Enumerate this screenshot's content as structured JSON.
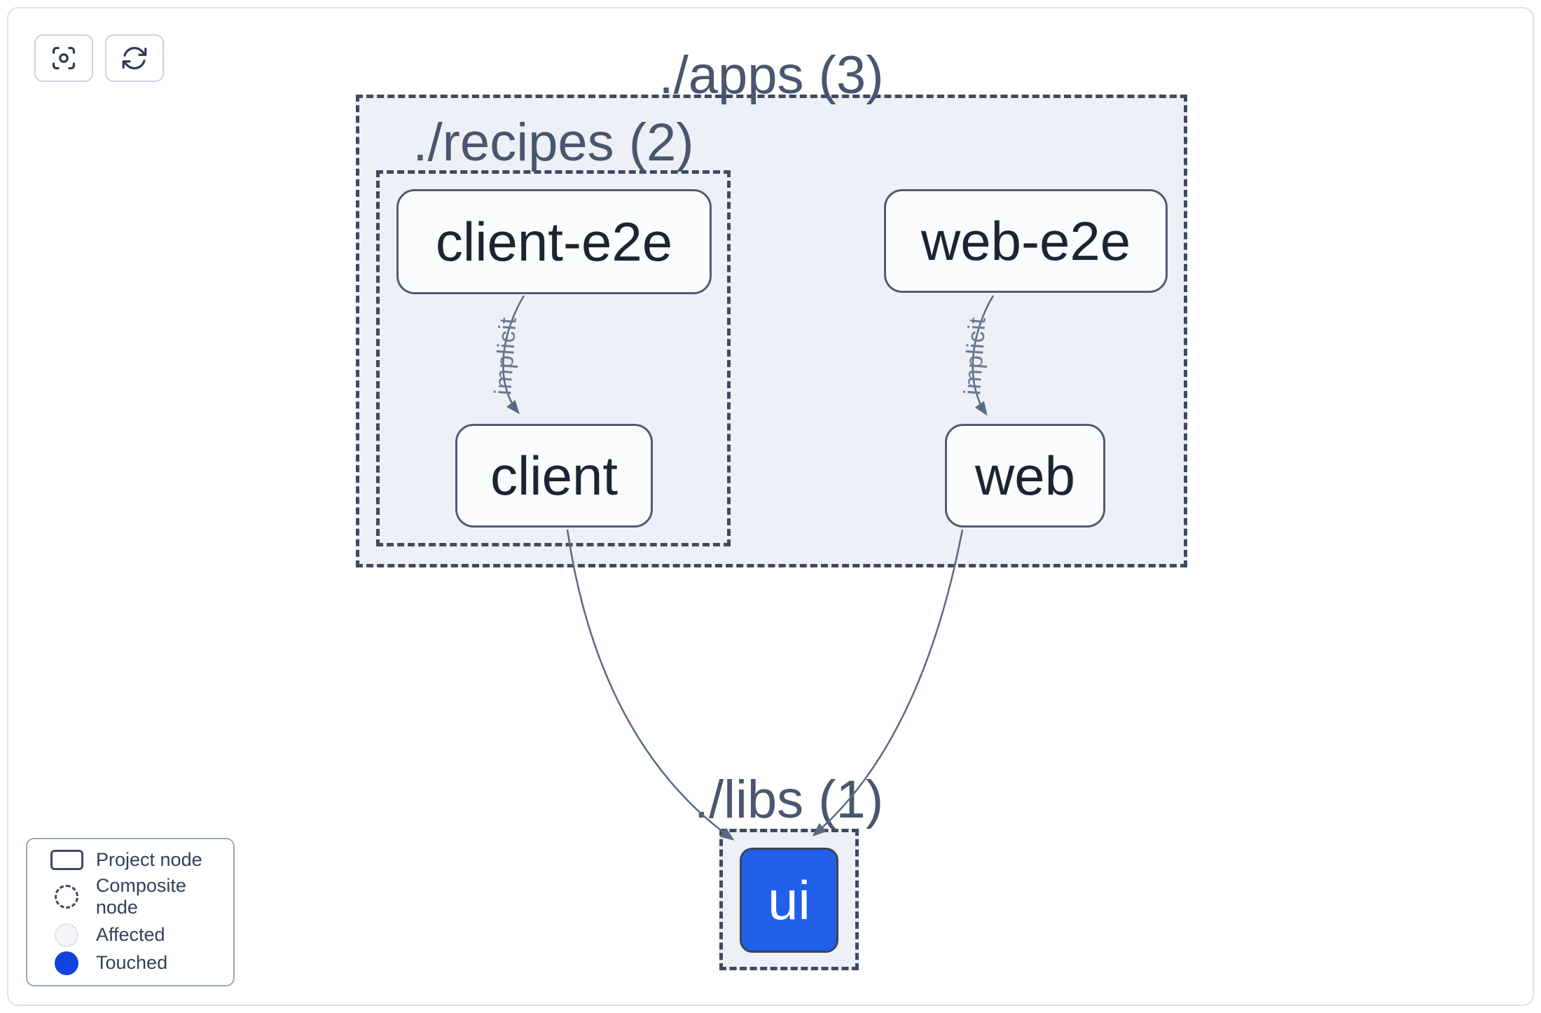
{
  "toolbar": {
    "buttons": [
      {
        "id": "focus",
        "icon": "viewfinder-circle-icon"
      },
      {
        "id": "refresh",
        "icon": "refresh-icon"
      }
    ]
  },
  "graph": {
    "groups": [
      {
        "id": "apps",
        "label": "./apps (3)"
      },
      {
        "id": "recipes",
        "label": "./recipes (2)"
      },
      {
        "id": "libs",
        "label": "./libs (1)"
      }
    ],
    "nodes": [
      {
        "id": "client-e2e",
        "label": "client-e2e",
        "type": "project"
      },
      {
        "id": "web-e2e",
        "label": "web-e2e",
        "type": "project"
      },
      {
        "id": "client",
        "label": "client",
        "type": "project"
      },
      {
        "id": "web",
        "label": "web",
        "type": "project"
      },
      {
        "id": "ui",
        "label": "ui",
        "type": "touched"
      }
    ],
    "edges": [
      {
        "from": "client-e2e",
        "to": "client",
        "label": "implicit"
      },
      {
        "from": "web-e2e",
        "to": "web",
        "label": "implicit"
      },
      {
        "from": "client",
        "to": "ui",
        "label": ""
      },
      {
        "from": "web",
        "to": "ui",
        "label": ""
      }
    ]
  },
  "legend": {
    "items": [
      {
        "label": "Project node",
        "swatch": "project"
      },
      {
        "label": "Composite node",
        "swatch": "composite"
      },
      {
        "label": "Affected",
        "swatch": "affected"
      },
      {
        "label": "Touched",
        "swatch": "touched"
      }
    ]
  },
  "colors": {
    "touched_dot": "#1243dd",
    "touched_node_fill": "#2160e8",
    "edge": "#5a6a83",
    "composite_fill": "#edf0f6",
    "dashed_border": "#3e4a5f",
    "node_border": "#505c74",
    "node_text": "#1b2433",
    "group_label_text": "#49566e",
    "card_border": "#dce2f0"
  }
}
